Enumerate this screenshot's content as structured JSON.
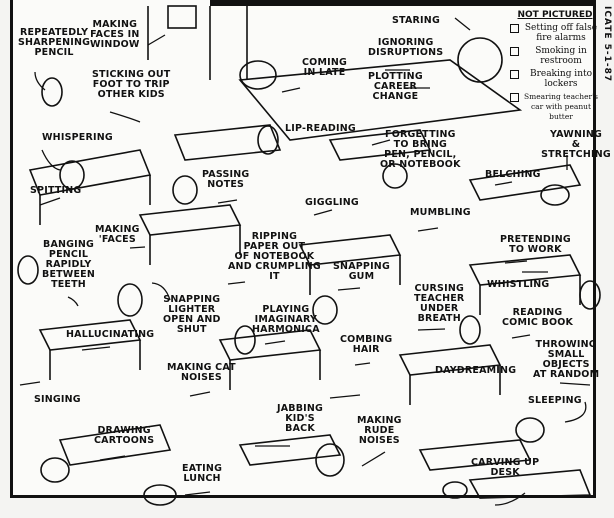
{
  "credit": "ICATE 5-1-87",
  "labels": {
    "repeatedly_sharpening": "Repeatedly\nsharpening\npencil",
    "making_faces_window": "Making\nfaces in\nwindow",
    "sticking_out_foot": "Sticking out\nfoot to trip\nother kids",
    "coming_in_late": "Coming\nin late",
    "ignoring_disruptions": "Ignoring\ndisruptions",
    "staring": "Staring",
    "plotting_career": "Plotting\ncareer\nchange",
    "whispering": "Whispering",
    "lip_reading": "Lip-reading",
    "forgetting": "Forgetting\nto bring\npen, pencil,\nor notebook",
    "yawning": "Yawning\n& stretching",
    "spitting": "Spitting",
    "passing_notes": "Passing\nnotes",
    "belching": "Belching",
    "giggling": "Giggling",
    "mumbling": "Mumbling",
    "making_faces": "Making\n'faces",
    "banging_pencil": "Banging\npencil\nrapidly\nbetween\nteeth",
    "ripping_paper": "Ripping\npaper out\nof notebook\nand crumpling\nit",
    "pretending": "Pretending\nto work",
    "snapping_gum": "Snapping\ngum",
    "whistling": "Whistling",
    "cursing": "Cursing\nteacher\nunder\nbreath",
    "snapping_lighter": "Snapping\nlighter\nopen and\nshut",
    "playing_harmonica": "Playing\nimaginary\nharmonica",
    "reading_comic": "Reading\ncomic book",
    "hallucinating": "Hallucinating",
    "combing_hair": "Combing\nhair",
    "throwing_objects": "Throwing\nsmall\nobjects\nat random",
    "making_cat_noises": "Making cat\nnoises",
    "daydreaming": "Daydreaming",
    "singing": "Singing",
    "sleeping": "Sleeping",
    "jabbing": "Jabbing\nkid's\nback",
    "making_rude_noises": "Making\nrude\nnoises",
    "drawing_cartoons": "Drawing\ncartoons",
    "eating_lunch": "Eating\nlunch",
    "carving_desk": "Carving up\ndesk"
  },
  "not_pictured": {
    "title": "NOT PICTURED",
    "items": [
      "Setting off false fire alarms",
      "Smoking in restroom",
      "Breaking into lockers",
      "Smearing teacher's car with peanut butter"
    ]
  }
}
